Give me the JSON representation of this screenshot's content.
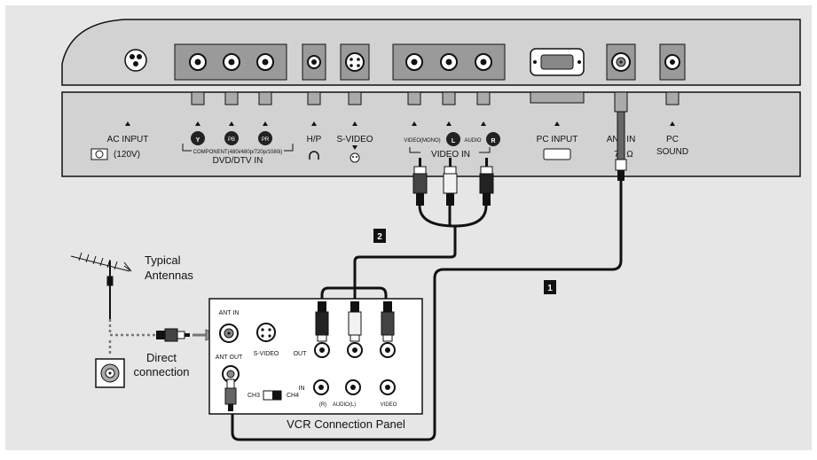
{
  "tv_panel": {
    "ac_input": "AC INPUT",
    "ac_voltage": "(120V)",
    "comp_y": "Y",
    "comp_pb": "PB",
    "comp_pr": "PR",
    "component_label": "COMPONENT(480i/480p/720p/1080i)",
    "dvd_dtv_in": "DVD/DTV IN",
    "hp": "H/P",
    "svideo": "S-VIDEO",
    "video_mono": "VIDEO(MONO)",
    "audio_l": "L",
    "audio": "AUDIO",
    "audio_r": "R",
    "video_in": "VIDEO IN",
    "pc_input": "PC INPUT",
    "ant_in": "ANT IN",
    "ant_ohm": "75 Ω",
    "pc_sound_1": "PC",
    "pc_sound_2": "SOUND"
  },
  "antenna": {
    "label_1": "Typical",
    "label_2": "Antennas",
    "direct_1": "Direct",
    "direct_2": "connection"
  },
  "vcr": {
    "ant_in": "ANT IN",
    "ant_out": "ANT OUT",
    "svideo": "S-VIDEO",
    "out": "OUT",
    "in": "IN",
    "ch3": "CH3",
    "ch4": "CH4",
    "r": "(R)",
    "audio_l": "AUDIO(L)",
    "video": "VIDEO",
    "panel_title": "VCR Connection Panel"
  },
  "steps": {
    "one": "1",
    "two": "2"
  },
  "colors": {
    "background": "#e6e6e6",
    "panel": "#d4d4d4",
    "cable": "#111111",
    "plug_white": "#f2f2f2"
  }
}
